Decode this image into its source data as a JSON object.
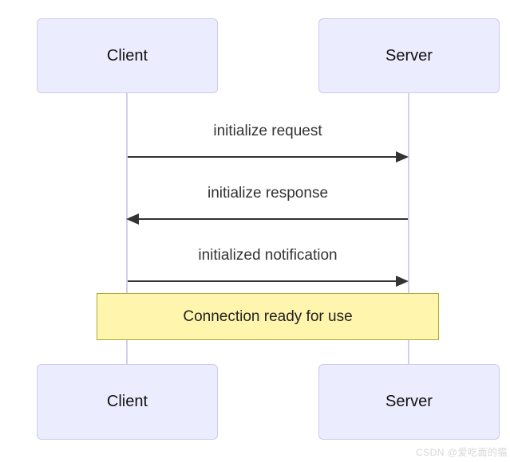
{
  "diagram": {
    "type": "sequence",
    "actors": {
      "client": {
        "label": "Client"
      },
      "server": {
        "label": "Server"
      }
    },
    "messages": [
      {
        "label": "initialize request",
        "from": "client",
        "to": "server",
        "direction": "right",
        "line": "solid"
      },
      {
        "label": "initialize response",
        "from": "server",
        "to": "client",
        "direction": "left",
        "line": "solid"
      },
      {
        "label": "initialized notification",
        "from": "client",
        "to": "server",
        "direction": "right",
        "line": "solid"
      }
    ],
    "note": {
      "label": "Connection ready for use",
      "span": "client-server"
    }
  },
  "watermark": {
    "text": "CSDN @爱吃面的猫"
  },
  "colors": {
    "actor_fill": "#ECECFF",
    "actor_border": "#CFC9ED",
    "lifeline": "#D6CDEB",
    "arrow": "#333333",
    "note_fill": "#FFF5AD",
    "note_border": "#AAAA33",
    "message_text": "#333333",
    "actor_text": "#111111",
    "watermark_text": "#D7D7D7"
  }
}
